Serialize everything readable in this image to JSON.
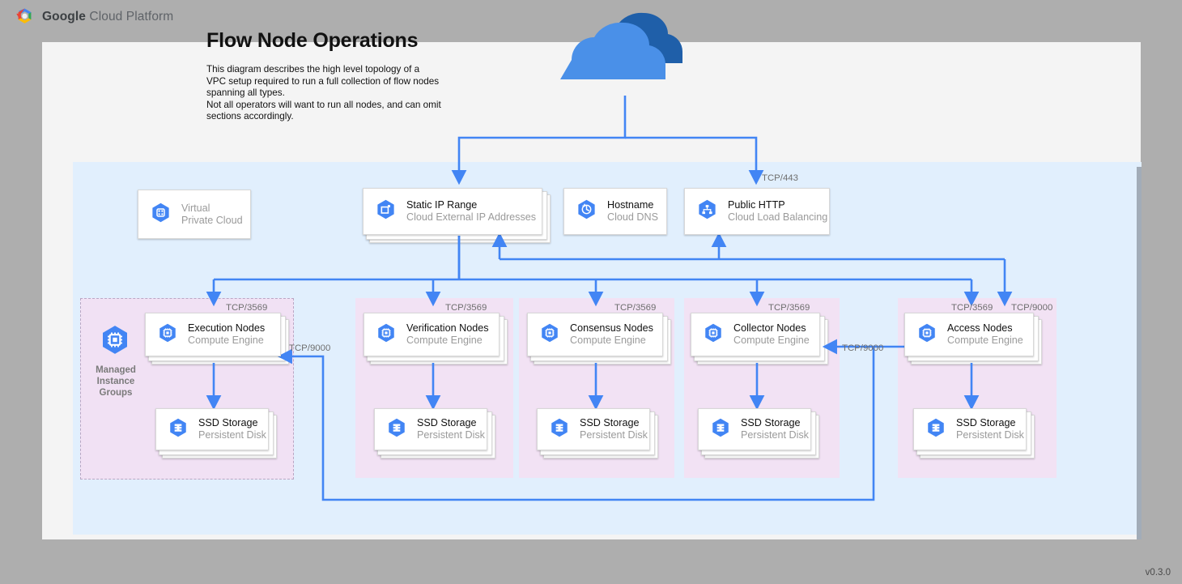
{
  "brand": {
    "text_bold": "Google",
    "text_rest": " Cloud Platform",
    "logo_icon": "google-cloud-logo"
  },
  "header": {
    "title": "Flow Node Operations",
    "description": "This diagram describes the high level topology of a VPC setup required to run a full collection of flow nodes spanning all types.\nNot all operators will want to run all nodes, and can omit sections accordingly."
  },
  "footer": {
    "version": "v0.3.0"
  },
  "colors": {
    "page_background": "#aeaeae",
    "canvas": "#f4f4f4",
    "vpc_region": "#e1effd",
    "group_pink": "#f2e2f4",
    "connector": "#4285f4",
    "icon_blue": "#4285f4",
    "cloud_light": "#4a90e8",
    "cloud_dark": "#1f5fa9",
    "muted_text": "#9a9a9a"
  },
  "internet_cloud": {
    "icon": "cloud-icon",
    "label": ""
  },
  "top_nodes": [
    {
      "id": "vpc",
      "title": "Virtual",
      "subtitle": "Private Cloud",
      "icon": "virtual-private-cloud-icon",
      "muted": true,
      "stacked": false
    },
    {
      "id": "static-ip",
      "title": "Static IP Range",
      "subtitle": "Cloud External IP Addresses",
      "icon": "static-ip-icon",
      "muted": false,
      "stacked": true
    },
    {
      "id": "hostname",
      "title": "Hostname",
      "subtitle": "Cloud DNS",
      "icon": "cloud-dns-icon",
      "muted": false,
      "stacked": false
    },
    {
      "id": "http",
      "title": "Public HTTP",
      "subtitle": "Cloud Load Balancing",
      "icon": "load-balancing-icon",
      "muted": false,
      "stacked": false
    }
  ],
  "groups": [
    {
      "id": "execution",
      "dashed": true,
      "group_label": "Managed\nInstance\nGroups",
      "group_label_lines": [
        "Managed",
        "Instance",
        "Groups"
      ],
      "group_icon": "managed-instance-group-icon",
      "node": {
        "title": "Execution Nodes",
        "subtitle": "Compute Engine",
        "icon": "compute-engine-icon"
      },
      "storage": {
        "title": "SSD Storage",
        "subtitle": "Persistent Disk",
        "icon": "persistent-disk-icon"
      },
      "inbound_port": "TCP/3569"
    },
    {
      "id": "verification",
      "dashed": false,
      "node": {
        "title": "Verification Nodes",
        "subtitle": "Compute Engine",
        "icon": "compute-engine-icon"
      },
      "storage": {
        "title": "SSD Storage",
        "subtitle": "Persistent Disk",
        "icon": "persistent-disk-icon"
      },
      "inbound_port": "TCP/3569"
    },
    {
      "id": "consensus",
      "dashed": false,
      "node": {
        "title": "Consensus Nodes",
        "subtitle": "Compute Engine",
        "icon": "compute-engine-icon"
      },
      "storage": {
        "title": "SSD Storage",
        "subtitle": "Persistent Disk",
        "icon": "persistent-disk-icon"
      },
      "inbound_port": "TCP/3569"
    },
    {
      "id": "collector",
      "dashed": false,
      "node": {
        "title": "Collector Nodes",
        "subtitle": "Compute Engine",
        "icon": "compute-engine-icon"
      },
      "storage": {
        "title": "SSD Storage",
        "subtitle": "Persistent Disk",
        "icon": "persistent-disk-icon"
      },
      "inbound_port": "TCP/3569"
    },
    {
      "id": "access",
      "dashed": false,
      "node": {
        "title": "Access Nodes",
        "subtitle": "Compute Engine",
        "icon": "compute-engine-icon"
      },
      "storage": {
        "title": "SSD Storage",
        "subtitle": "Persistent Disk",
        "icon": "persistent-disk-icon"
      },
      "inbound_port": "TCP/3569",
      "inbound_port_2": "TCP/9000"
    }
  ],
  "connection_labels": {
    "https": "TCP/443",
    "exec_in": "TCP/9000",
    "collector_in": "TCP/9000"
  }
}
